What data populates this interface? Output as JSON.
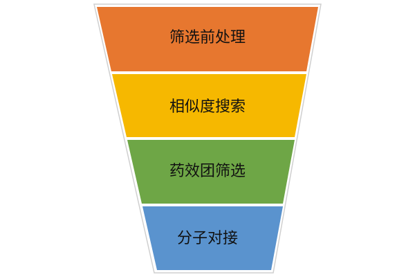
{
  "funnel": {
    "stages": [
      {
        "label": "筛选前处理",
        "color": "#E7772F"
      },
      {
        "label": "相似度搜索",
        "color": "#F6B800"
      },
      {
        "label": "药效团筛选",
        "color": "#6EA646"
      },
      {
        "label": "分子对接",
        "color": "#5A93CE"
      }
    ]
  }
}
